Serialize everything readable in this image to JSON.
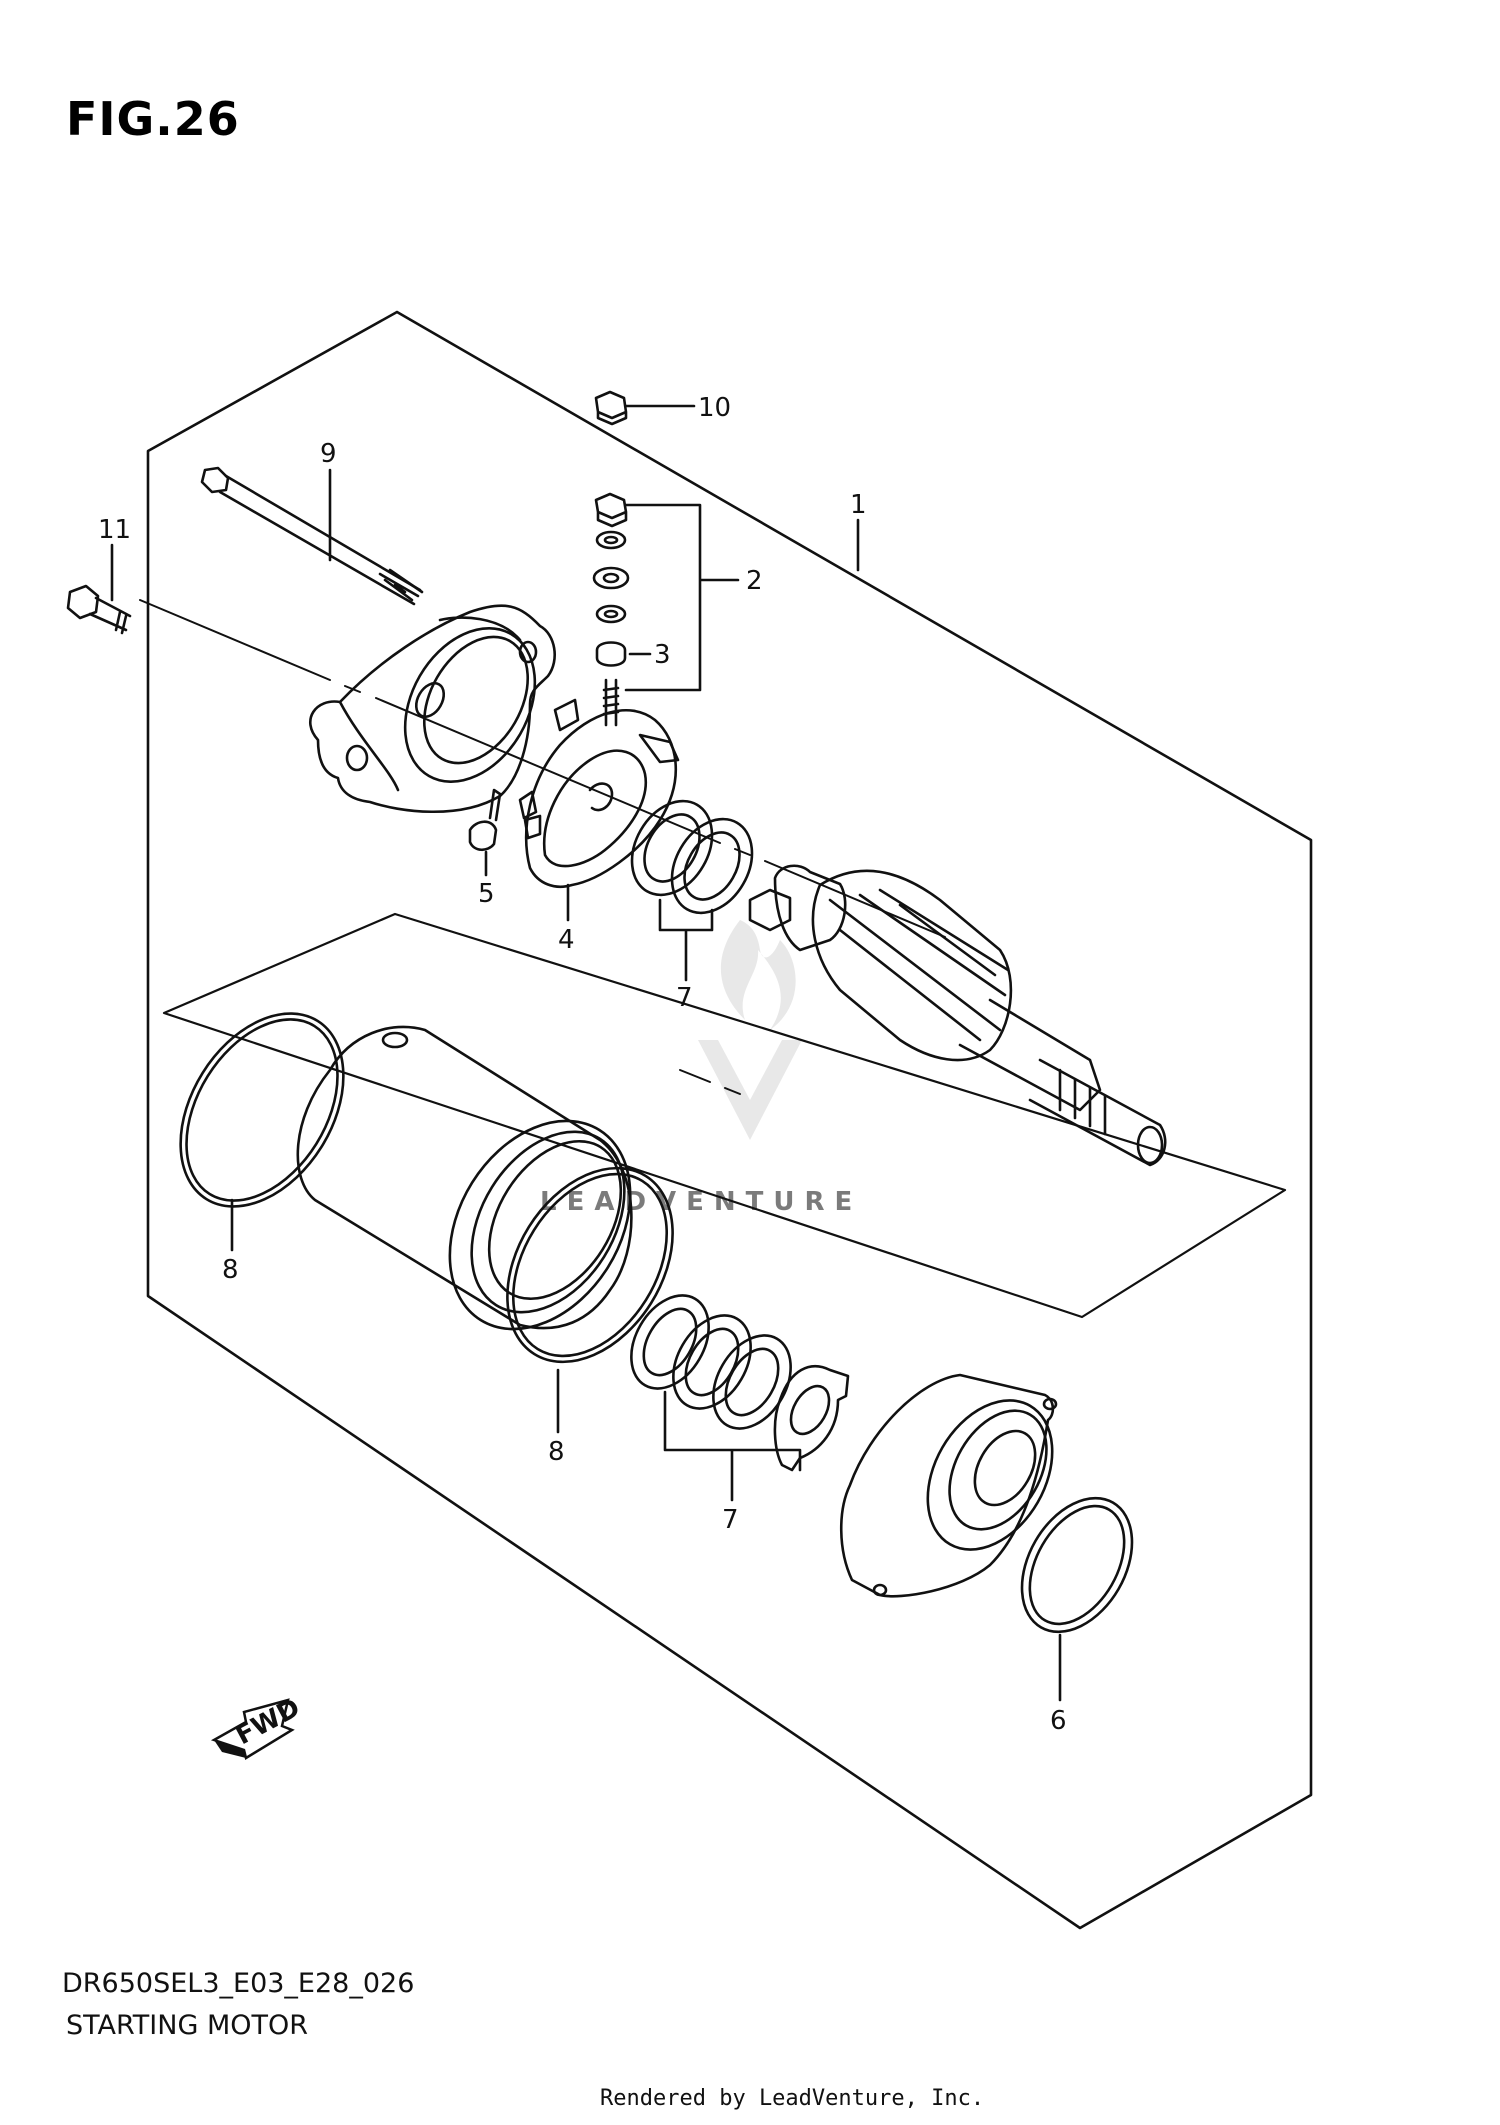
{
  "figure": {
    "title": "FIG.26",
    "model_code": "DR650SEL3_E03_E28_026",
    "caption": "STARTING MOTOR",
    "rendered_by": "Rendered by LeadVenture, Inc."
  },
  "callouts": [
    {
      "id": "1",
      "label": "1"
    },
    {
      "id": "2",
      "label": "2"
    },
    {
      "id": "3",
      "label": "3"
    },
    {
      "id": "4",
      "label": "4"
    },
    {
      "id": "5",
      "label": "5"
    },
    {
      "id": "6",
      "label": "6"
    },
    {
      "id": "7a",
      "label": "7"
    },
    {
      "id": "7b",
      "label": "7"
    },
    {
      "id": "8a",
      "label": "8"
    },
    {
      "id": "8b",
      "label": "8"
    },
    {
      "id": "9",
      "label": "9"
    },
    {
      "id": "10",
      "label": "10"
    },
    {
      "id": "11",
      "label": "11"
    }
  ],
  "watermark": {
    "text": "LEADVENTURE"
  },
  "direction_marker": {
    "label": "FWD",
    "icon": "forward-arrow-icon"
  },
  "colors": {
    "line": "#111111",
    "watermark": "#d8d8d8",
    "background": "#ffffff"
  }
}
